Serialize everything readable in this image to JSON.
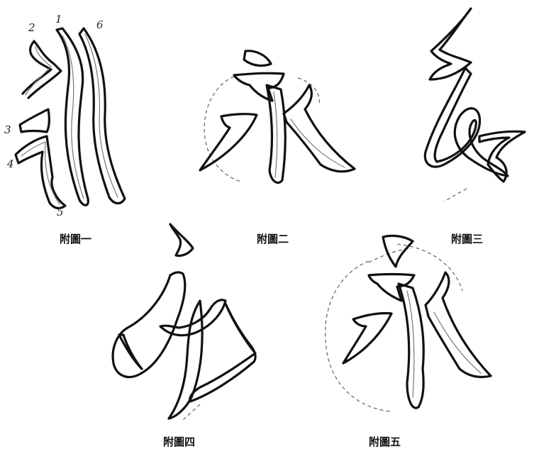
{
  "captions": [
    "附圖一",
    "附圖二",
    "附圖三",
    "附圖四",
    "附圖五"
  ],
  "stroke_numbers": [
    "2",
    "1",
    "6",
    "3",
    "4",
    "5"
  ]
}
